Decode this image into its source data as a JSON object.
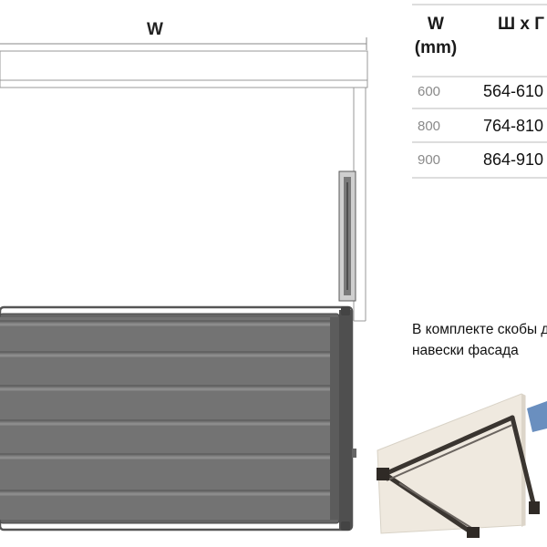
{
  "dimension": {
    "width_label": "W"
  },
  "spec_table": {
    "header_w_line1": "W",
    "header_w_line2": "(mm)",
    "header_size": "Ш х Г",
    "rows": [
      {
        "w": "600",
        "size": "564-610"
      },
      {
        "w": "800",
        "size": "764-810"
      },
      {
        "w": "900",
        "size": "864-910"
      }
    ]
  },
  "caption": {
    "line1": "В комплекте скобы для",
    "line2": "навески фасада"
  },
  "colors": {
    "basket_frame": "#555555",
    "basket_bars": "#777777",
    "cabinet_line": "#999999",
    "table_rule": "#bbbbbb",
    "bracket_frame": "#3a3530",
    "facade_panel": "#efe9df",
    "bracket_accent": "#6a8fbf"
  }
}
